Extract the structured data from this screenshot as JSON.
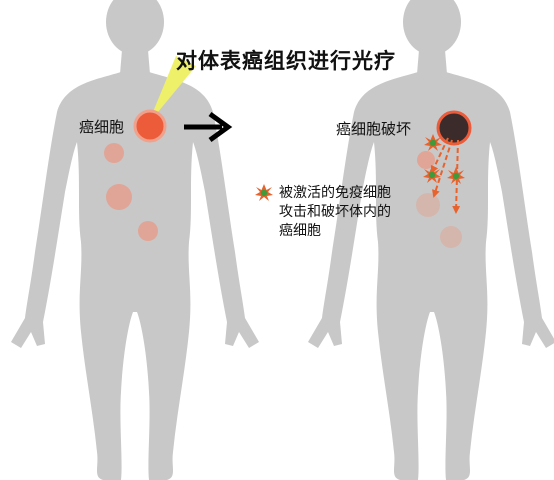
{
  "diagram": {
    "title": "对体表癌组织进行光疗",
    "before": {
      "label": "癌细胞"
    },
    "after": {
      "label": "癌细胞破坏"
    },
    "legend": {
      "lines": [
        "被激活的免疫细胞",
        "攻击和破坏体内的",
        "癌细胞"
      ],
      "icon": "activated-immune-cell-icon"
    },
    "colors": {
      "body": "#c8c8c8",
      "tumor": "#ec5b3a",
      "metastasis": "#e0a596",
      "light_beam": "#eef06a",
      "destroyed_cell": "#3b2b2b",
      "immune_cell_spikes": "#e8622d",
      "immune_cell_core": "#3f9a3c",
      "attack_path": "#e8622d"
    }
  }
}
